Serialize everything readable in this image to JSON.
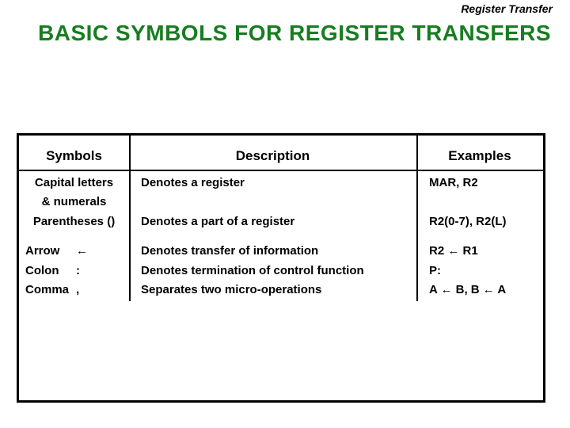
{
  "page": {
    "header_caption": "Register Transfer",
    "title": "BASIC SYMBOLS FOR REGISTER TRANSFERS"
  },
  "table": {
    "columns": [
      "Symbols",
      "Description",
      "Examples"
    ],
    "rows": [
      {
        "symbol_line1": "Capital letters",
        "symbol_line2": "& numerals",
        "description": "Denotes a register",
        "example": "MAR, R2"
      },
      {
        "symbol": "Parentheses ()",
        "description": "Denotes a part of a register",
        "example": "R2(0-7), R2(L)"
      },
      {
        "symbol_name": "Arrow",
        "symbol_glyph": "←",
        "description": "Denotes transfer of information",
        "example": "R2 ← R1"
      },
      {
        "symbol_name": "Colon",
        "symbol_glyph": ":",
        "description": "Denotes termination of control function",
        "example": "P:"
      },
      {
        "symbol_name": "Comma",
        "symbol_glyph": ",",
        "description": "Separates two micro-operations",
        "example": "A ← B,  B ← A"
      }
    ]
  },
  "colors": {
    "title_green": "#177D21",
    "text_black": "#000000",
    "background": "#FFFFFF",
    "border_black": "#000000"
  }
}
